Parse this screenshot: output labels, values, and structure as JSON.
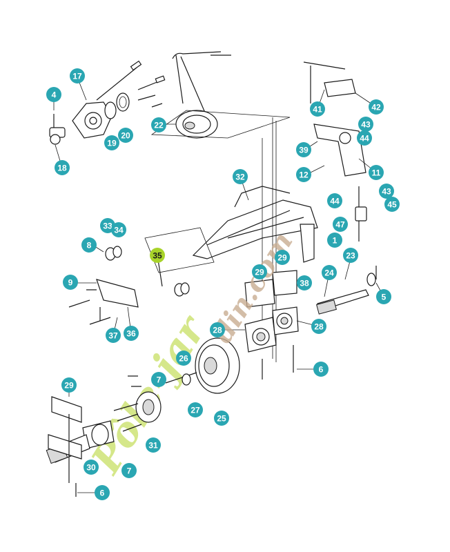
{
  "colors": {
    "callout": "#2aa6b2",
    "callout_highlight": "#a8d32a",
    "callout_highlight_text": "#1a1a1a",
    "watermark_green": "#c8df63",
    "watermark_tan": "#c9ad92"
  },
  "watermark": {
    "text": "Pôle-jardin.com"
  },
  "callouts": [
    {
      "label": "17"
    },
    {
      "label": "4"
    },
    {
      "label": "19"
    },
    {
      "label": "20"
    },
    {
      "label": "18"
    },
    {
      "label": "22"
    },
    {
      "label": "41"
    },
    {
      "label": "42"
    },
    {
      "label": "43"
    },
    {
      "label": "44"
    },
    {
      "label": "39"
    },
    {
      "label": "12"
    },
    {
      "label": "11"
    },
    {
      "label": "32"
    },
    {
      "label": "43"
    },
    {
      "label": "44"
    },
    {
      "label": "45"
    },
    {
      "label": "47"
    },
    {
      "label": "1"
    },
    {
      "label": "33"
    },
    {
      "label": "34"
    },
    {
      "label": "8"
    },
    {
      "label": "35",
      "highlight": true
    },
    {
      "label": "29"
    },
    {
      "label": "29"
    },
    {
      "label": "23"
    },
    {
      "label": "38"
    },
    {
      "label": "24"
    },
    {
      "label": "5"
    },
    {
      "label": "9"
    },
    {
      "label": "37"
    },
    {
      "label": "36"
    },
    {
      "label": "28"
    },
    {
      "label": "28"
    },
    {
      "label": "26"
    },
    {
      "label": "6"
    },
    {
      "label": "29"
    },
    {
      "label": "7"
    },
    {
      "label": "27"
    },
    {
      "label": "25"
    },
    {
      "label": "7"
    },
    {
      "label": "31"
    },
    {
      "label": "30"
    },
    {
      "label": "6"
    }
  ]
}
